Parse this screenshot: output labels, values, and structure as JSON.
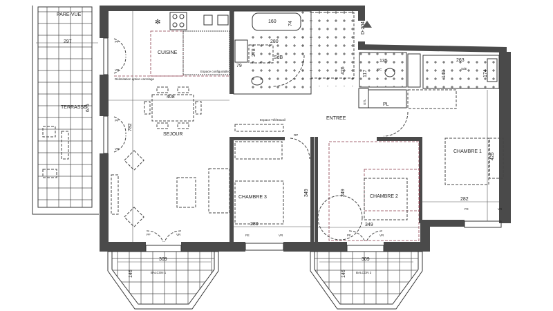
{
  "plan": {
    "lot_marker": "D-204",
    "rooms": {
      "pare_vue": "PARE-VUE",
      "terrasse": "TERRASSE",
      "cuisine": "CUISINE",
      "sejour": "SEJOUR",
      "sdb": "SdB",
      "wc": "WC",
      "sde": "SdE",
      "gtl": "GTL",
      "pl": "PL",
      "entree": "ENTREE",
      "chambre1": "CHAMBRE 1",
      "chambre2": "CHAMBRE 2",
      "chambre3": "CHAMBRE 3",
      "balcon1": "BALCON 1",
      "balcon2": "BALCON 2"
    },
    "annotations": {
      "espace_configurable": "Espace configurable",
      "delimitation": "Délimitation option carrelage",
      "teletravail": "Espace Télétravail"
    },
    "openings": {
      "pf": "PF",
      "vr": "VR",
      "fe": "FE",
      "rp": "RP"
    },
    "dimensions": {
      "terrasse_width": "297",
      "terrasse_depth": "676",
      "sejour_width": "408",
      "sejour_depth": "782",
      "bath_tub": "160",
      "bath_tub_w": "74",
      "sdb_width": "280",
      "sdb_depth": "278",
      "sdb_basin": "79",
      "entree_depth": "426",
      "wc_width": "135",
      "wc_depth": "117",
      "sde_width": "263",
      "sde_depth": "140",
      "sde_basin": "174",
      "chambre1_width": "282",
      "chambre1_depth": "425",
      "chambre3_width": "280",
      "chambre3_depth": "349",
      "chambre2_width": "349",
      "chambre2_depth": "349",
      "balcon1_width": "309",
      "balcon1_depth": "146",
      "balcon2_width": "309",
      "balcon2_depth": "146"
    },
    "colors": {
      "wall": "#4a4a4a",
      "line": "#333333",
      "option_dashed": "#8a3a4a"
    }
  }
}
